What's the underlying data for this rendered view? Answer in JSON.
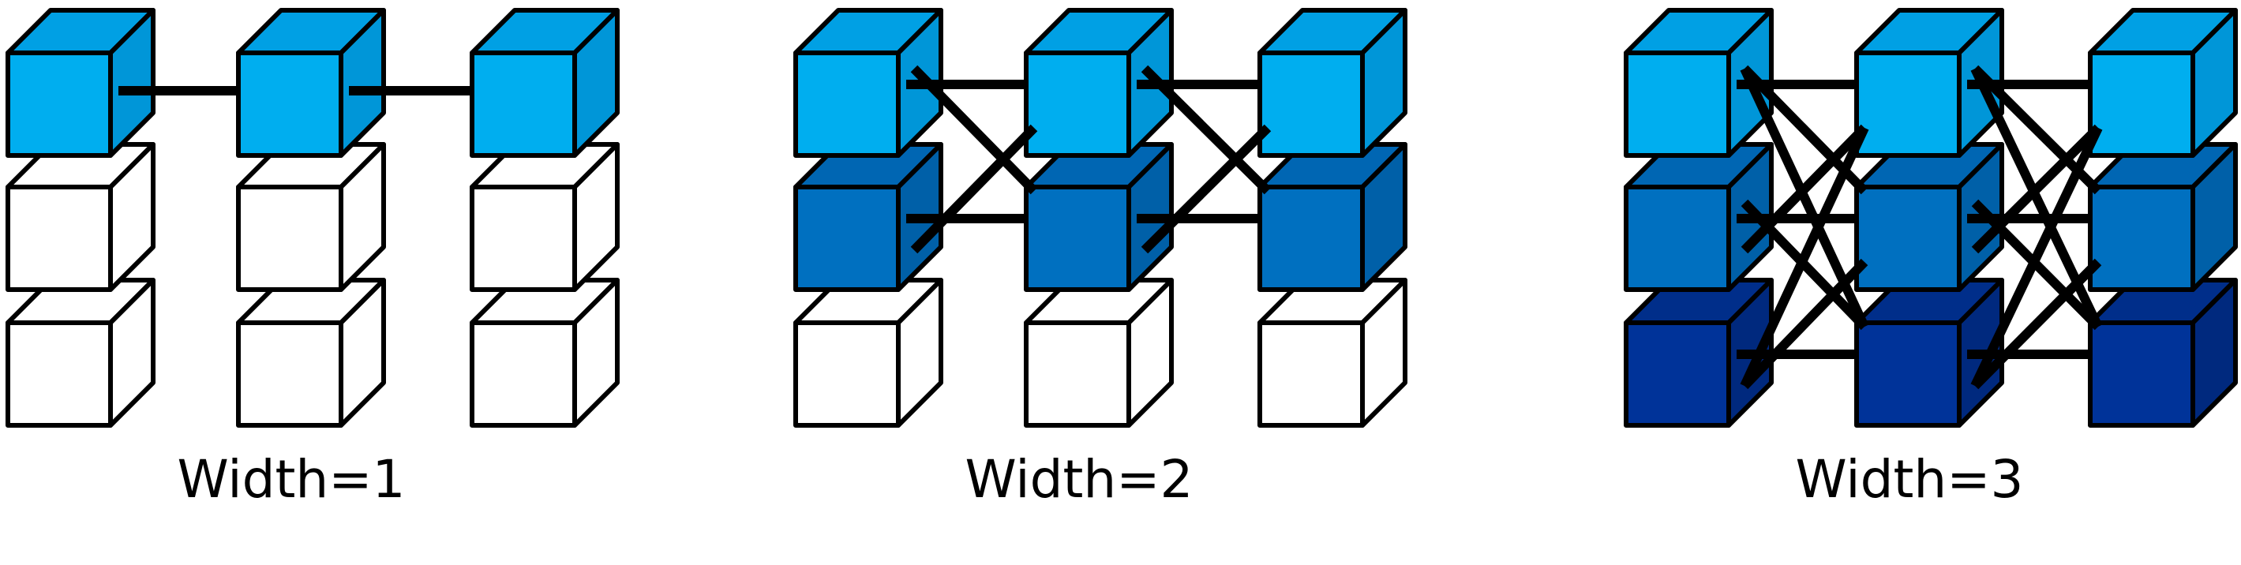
{
  "panels": [
    {
      "label": "Width=1",
      "width": 1
    },
    {
      "label": "Width=2",
      "width": 2
    },
    {
      "label": "Width=3",
      "width": 3
    }
  ],
  "columns_per_panel": 3,
  "rows_per_column": 3,
  "colors": {
    "row_1": {
      "front": "#00AEEF",
      "top": "#00A0E4",
      "side": "#0096D8"
    },
    "row_2": {
      "front": "#0070C0",
      "top": "#0066B3",
      "side": "#0060A8"
    },
    "row_3": {
      "front": "#003399",
      "top": "#002E8A",
      "side": "#00297E"
    },
    "empty": "#FFFFFF",
    "stroke": "#000000"
  }
}
